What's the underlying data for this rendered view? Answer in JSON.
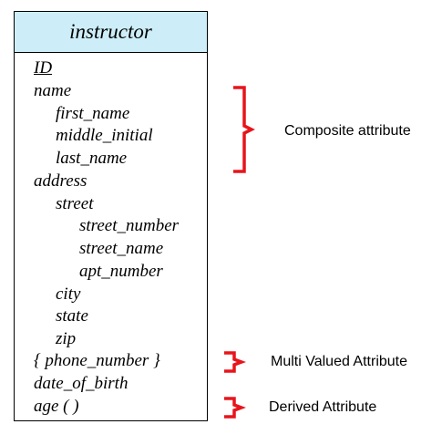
{
  "entity": {
    "name": "instructor",
    "attributes": [
      {
        "label": "ID",
        "level": 0,
        "key": true
      },
      {
        "label": "name",
        "level": 0
      },
      {
        "label": "first_name",
        "level": 1
      },
      {
        "label": "middle_initial",
        "level": 1
      },
      {
        "label": "last_name",
        "level": 1
      },
      {
        "label": "address",
        "level": 0
      },
      {
        "label": "street",
        "level": 1
      },
      {
        "label": "street_number",
        "level": 2
      },
      {
        "label": "street_name",
        "level": 2
      },
      {
        "label": "apt_number",
        "level": 2
      },
      {
        "label": "city",
        "level": 1
      },
      {
        "label": "state",
        "level": 1
      },
      {
        "label": "zip",
        "level": 1
      },
      {
        "label": "{ phone_number }",
        "level": 0
      },
      {
        "label": "date_of_birth",
        "level": 0
      },
      {
        "label": "age ( )",
        "level": 0
      }
    ]
  },
  "annotations": {
    "composite": "Composite  attribute",
    "multivalued": "Multi  Valued  Attribute",
    "derived": "Derived Attribute"
  },
  "colors": {
    "header_fill": "#cdeef8",
    "brace": "#e8141b",
    "border": "#000000"
  }
}
